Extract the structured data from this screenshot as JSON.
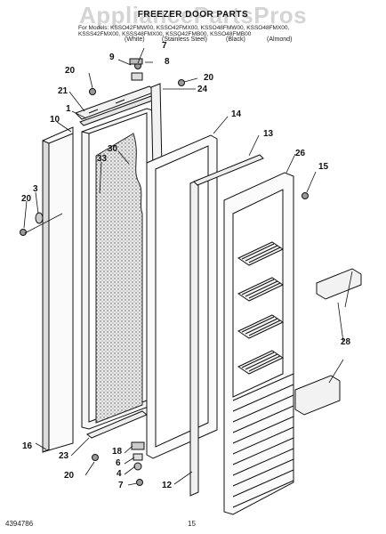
{
  "watermark": "AppliancePartsPros",
  "header": {
    "title": "FREEZER DOOR PARTS",
    "models_line1": "For Models: KSSO42FMW00, KSSO42FMX00, KSSO48FMW00, KSSO48FMX00,",
    "models_line2": "KSSS42FMX00, KSSS48FMX00, KSSO42FMB00, KSSO48FMB00",
    "variants": [
      "(White)",
      "(Stainless Steel)",
      "(Black)",
      "(Almond)"
    ]
  },
  "callouts": [
    {
      "id": "7-top",
      "text": "7"
    },
    {
      "id": "9",
      "text": "9"
    },
    {
      "id": "8",
      "text": "8"
    },
    {
      "id": "20-top-left",
      "text": "20"
    },
    {
      "id": "20-top-right",
      "text": "20"
    },
    {
      "id": "24",
      "text": "24"
    },
    {
      "id": "21",
      "text": "21"
    },
    {
      "id": "1",
      "text": "1"
    },
    {
      "id": "10",
      "text": "10"
    },
    {
      "id": "14",
      "text": "14"
    },
    {
      "id": "13",
      "text": "13"
    },
    {
      "id": "30",
      "text": "30"
    },
    {
      "id": "33",
      "text": "33"
    },
    {
      "id": "26",
      "text": "26"
    },
    {
      "id": "15",
      "text": "15"
    },
    {
      "id": "3",
      "text": "3"
    },
    {
      "id": "20-left",
      "text": "20"
    },
    {
      "id": "28",
      "text": "28"
    },
    {
      "id": "16",
      "text": "16"
    },
    {
      "id": "23",
      "text": "23"
    },
    {
      "id": "18",
      "text": "18"
    },
    {
      "id": "6",
      "text": "6"
    },
    {
      "id": "4",
      "text": "4"
    },
    {
      "id": "20-bottom",
      "text": "20"
    },
    {
      "id": "7-bottom",
      "text": "7"
    },
    {
      "id": "12",
      "text": "12"
    }
  ],
  "footer": {
    "doc_number": "4394786",
    "page_number": "15"
  }
}
